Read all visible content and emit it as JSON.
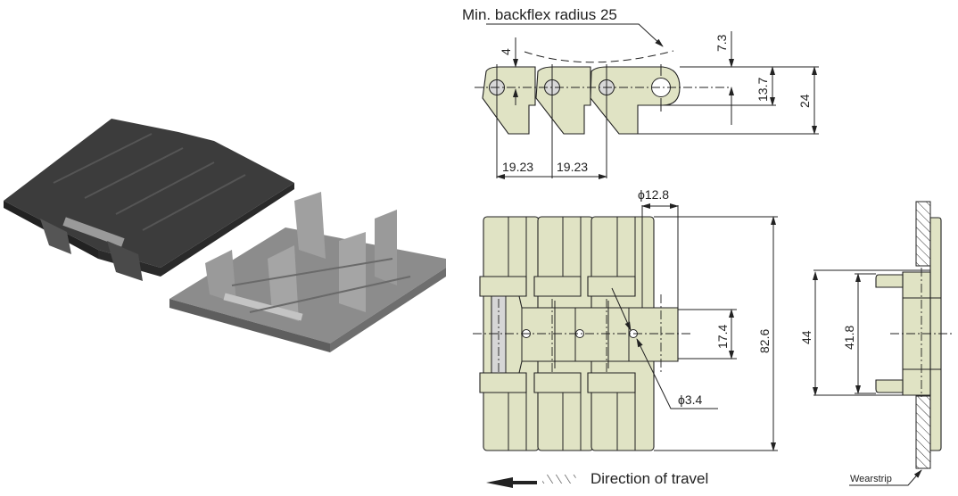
{
  "side_view": {
    "backflex_label": "Min. backflex radius 25",
    "dim_offset": "4",
    "dim_top": "7.3",
    "dim_hinge": "13.7",
    "dim_height": "24",
    "pitch_1": "19.23",
    "pitch_2": "19.23"
  },
  "top_view": {
    "dim_hinge_dia": "ϕ12.8",
    "dim_width": "82.6",
    "dim_center": "17.4",
    "dim_pin_dia": "ϕ3.4"
  },
  "section_view": {
    "dim_outer": "44",
    "dim_inner": "41.8",
    "wearstrip_label": "Wearstrip"
  },
  "legend": {
    "direction_label": "Direction of travel"
  },
  "colors": {
    "part_fill": "#e0e3c4",
    "chain_dark": "#3a3a3a",
    "chain_grey": "#8a8a8a"
  }
}
